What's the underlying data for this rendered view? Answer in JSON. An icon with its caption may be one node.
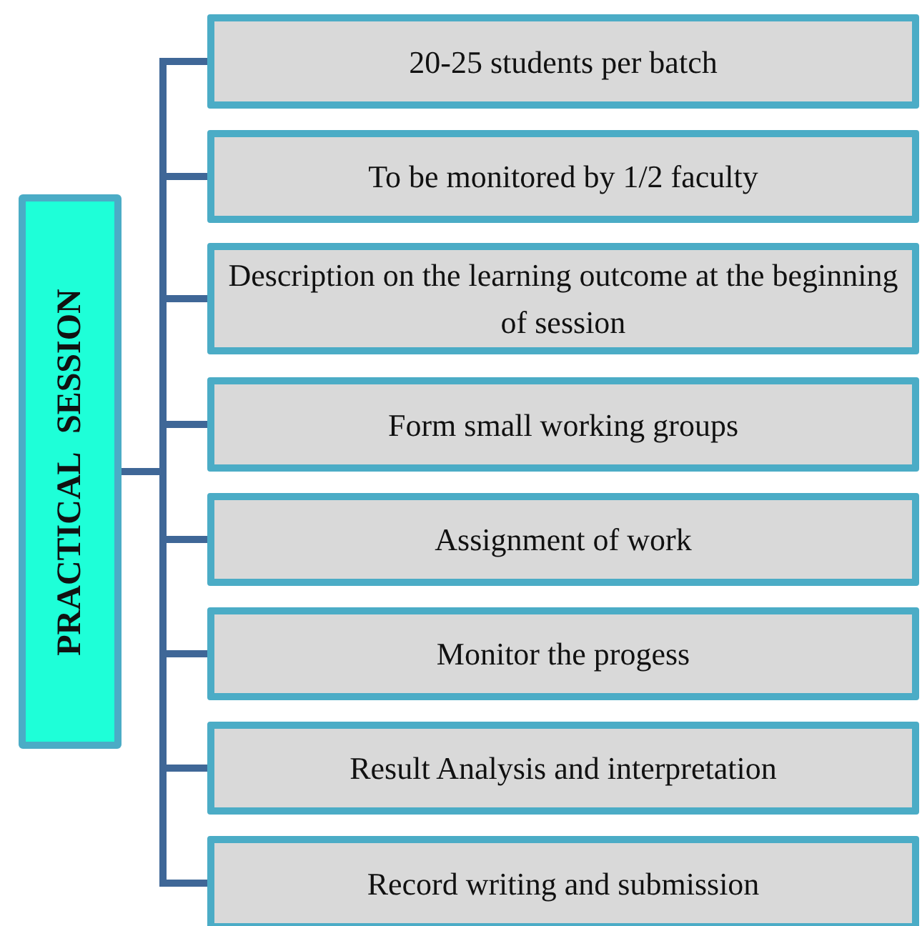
{
  "diagram": {
    "nodes": [
      {
        "text": [
          "PRACTICAL SESSION"
        ]
      },
      {
        "text": [
          "20-25 students per batch"
        ]
      },
      {
        "text": [
          "To be monitored by 1/2 faculty"
        ]
      },
      {
        "text": [
          "Description on the learning outcome at the beginning of session"
        ]
      },
      {
        "text": [
          "Form small working groups"
        ]
      },
      {
        "text": [
          "Assignment of work"
        ]
      },
      {
        "text": [
          "Monitor the progess"
        ]
      },
      {
        "text": [
          "Result Analysis and interpretation"
        ]
      },
      {
        "text": [
          "Record writing and submission"
        ]
      }
    ],
    "edges": [
      {
        "from": 0,
        "to": 1,
        "arrow": "none"
      },
      {
        "from": 0,
        "to": 2,
        "arrow": "none"
      },
      {
        "from": 0,
        "to": 3,
        "arrow": "none"
      },
      {
        "from": 0,
        "to": 4,
        "arrow": "none"
      },
      {
        "from": 0,
        "to": 5,
        "arrow": "none"
      },
      {
        "from": 0,
        "to": 6,
        "arrow": "none"
      },
      {
        "from": 0,
        "to": 7,
        "arrow": "none"
      },
      {
        "from": 0,
        "to": 8,
        "arrow": "none"
      }
    ]
  }
}
